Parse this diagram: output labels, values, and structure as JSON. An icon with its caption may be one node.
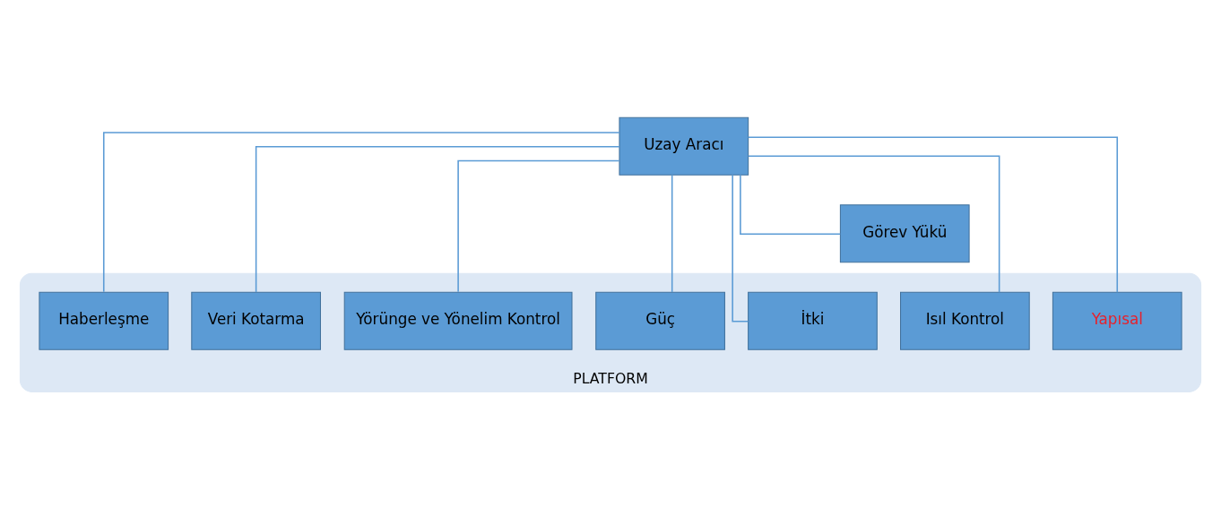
{
  "diagram": {
    "nodes": [
      {
        "text": [
          "Uzay Aracı"
        ]
      },
      {
        "text": [
          "PLATFORM"
        ]
      },
      {
        "text": [
          "Haberleşme"
        ],
        "in": 1
      },
      {
        "text": [
          "Veri Kotarma"
        ],
        "in": 1
      },
      {
        "text": [
          "Yörünge ve Yönelim Kontrol"
        ],
        "in": 1
      },
      {
        "text": [
          "Güç"
        ],
        "in": 1
      },
      {
        "text": [
          "Görev Yükü"
        ]
      },
      {
        "text": [
          "İtki"
        ],
        "in": 1
      },
      {
        "text": [
          "Isıl Kontrol"
        ],
        "in": 1
      },
      {
        "text": [
          "Yapısal"
        ],
        "in": 1
      }
    ],
    "edges": [
      {
        "from": 0,
        "to": 2,
        "arrow": "none"
      },
      {
        "from": 0,
        "to": 7,
        "arrow": "none"
      },
      {
        "from": 0,
        "to": 3,
        "arrow": "none"
      },
      {
        "from": 0,
        "to": 8,
        "arrow": "none"
      },
      {
        "from": 0,
        "to": 4,
        "arrow": "none"
      },
      {
        "from": 0,
        "to": 9,
        "arrow": "none"
      },
      {
        "from": 0,
        "to": 5,
        "arrow": "none"
      },
      {
        "from": 0,
        "to": 6,
        "arrow": "none"
      }
    ]
  }
}
